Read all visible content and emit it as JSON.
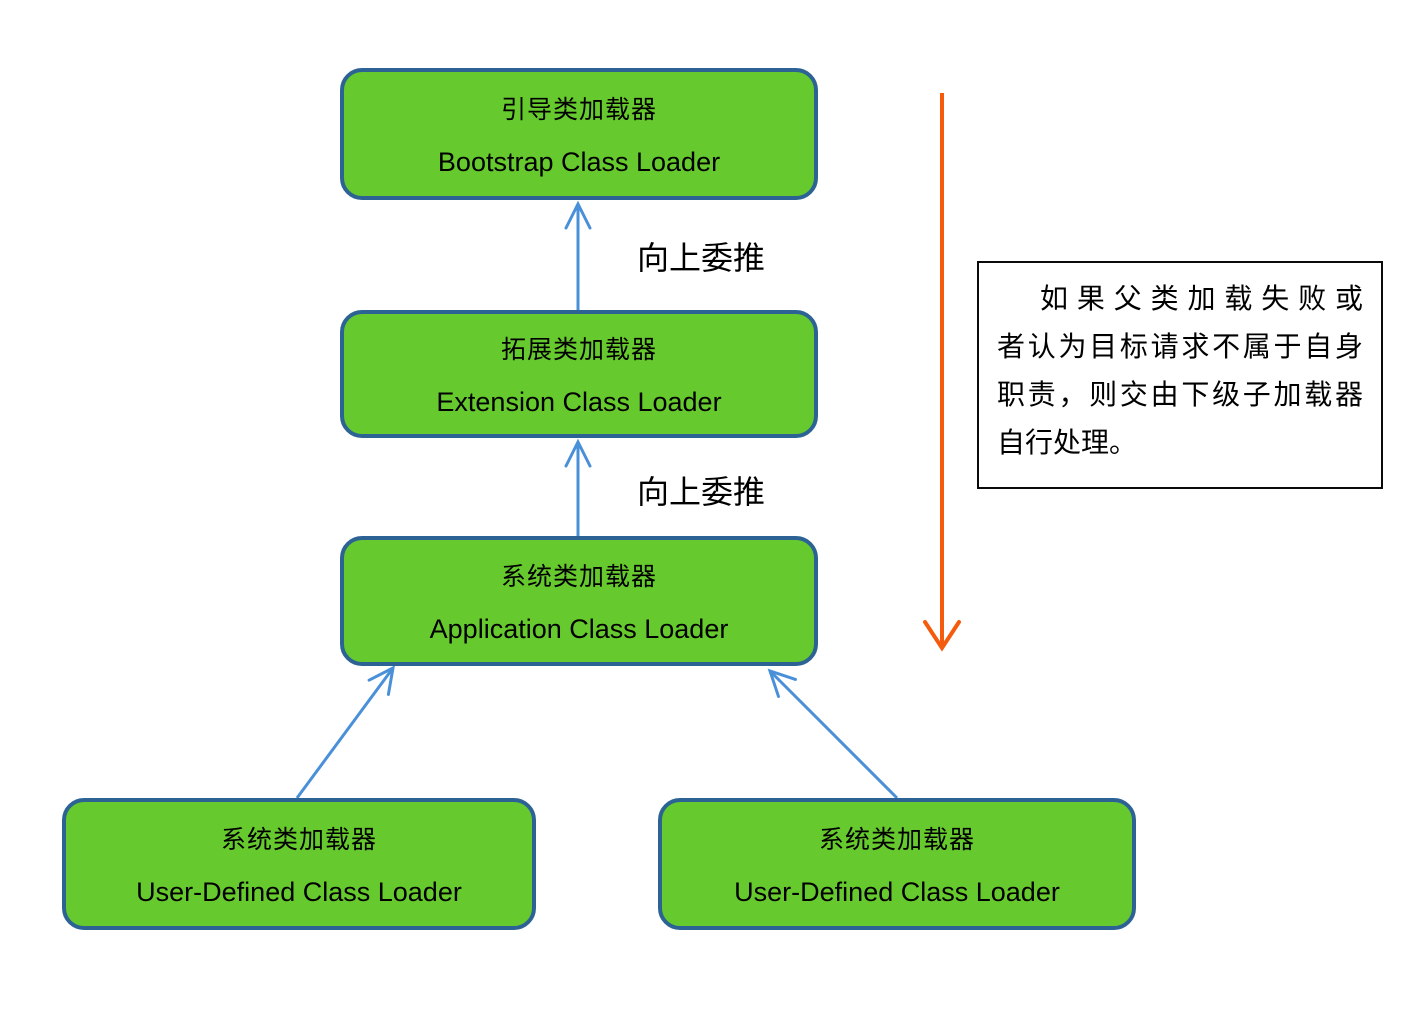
{
  "nodes": [
    {
      "zh": "引导类加载器",
      "en": "Bootstrap Class Loader"
    },
    {
      "zh": "拓展类加载器",
      "en": "Extension Class Loader"
    },
    {
      "zh": "系统类加载器",
      "en": "Application Class Loader"
    },
    {
      "zh": "系统类加载器",
      "en": "User-Defined Class Loader"
    },
    {
      "zh": "系统类加载器",
      "en": "User-Defined Class Loader"
    }
  ],
  "edges": {
    "label_1": "向上委推",
    "label_2": "向上委推"
  },
  "note": {
    "lines": [
      "如果父类加载失败或",
      "者认为目标请求不属于自身",
      "职责，则交由下级子加载器",
      "自行处理。"
    ]
  },
  "colors": {
    "node_fill": "#66C92E",
    "node_border": "#2C6394",
    "arrow_blue": "#4A90D9",
    "arrow_orange": "#F45B0D",
    "note_border": "#0A0A0A",
    "text": "#000000"
  }
}
